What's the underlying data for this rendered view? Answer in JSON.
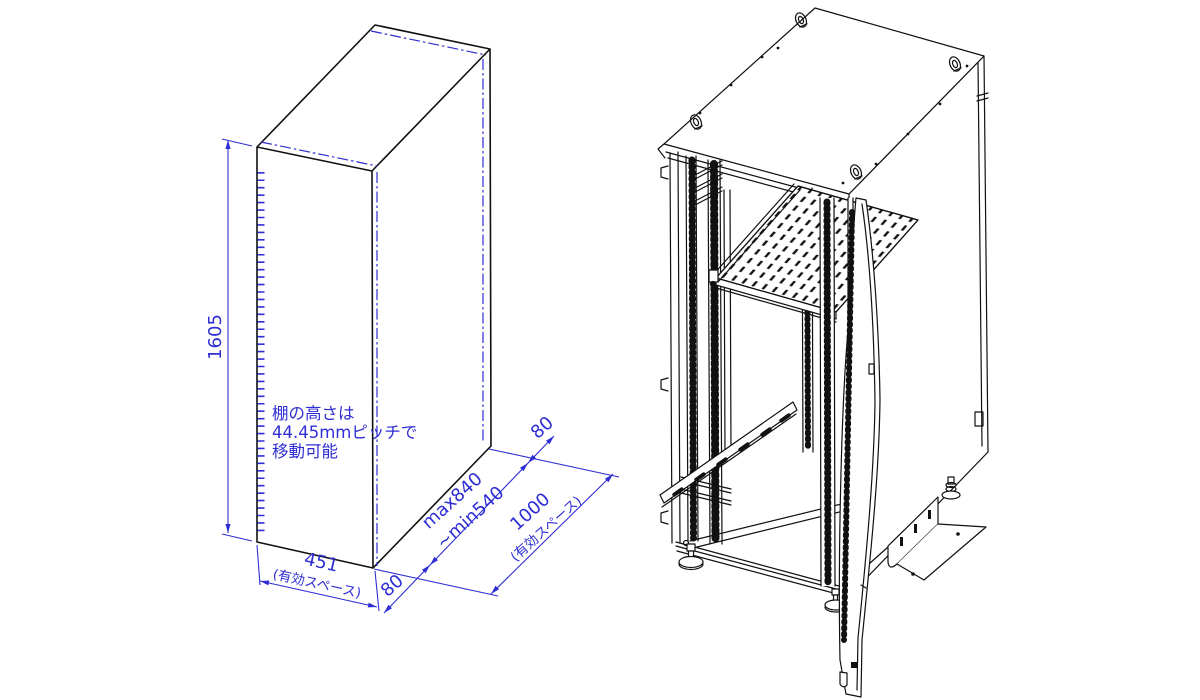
{
  "drawing": {
    "background": "#ffffff",
    "line_color": "#111111",
    "dimension_color": "#2e2ed4",
    "outline_view": {
      "height": "1605",
      "width": "451",
      "width_note": "(有効スペース)",
      "depth": "1000",
      "depth_note": "(有効スペース)",
      "front_margin": "80",
      "rear_margin": "80",
      "shelf_depth_max": "max840",
      "shelf_depth_min": "~min540",
      "note_line1": "棚の高さは",
      "note_line2": "44.45mmピッチで",
      "note_line3": "移動可能"
    }
  }
}
